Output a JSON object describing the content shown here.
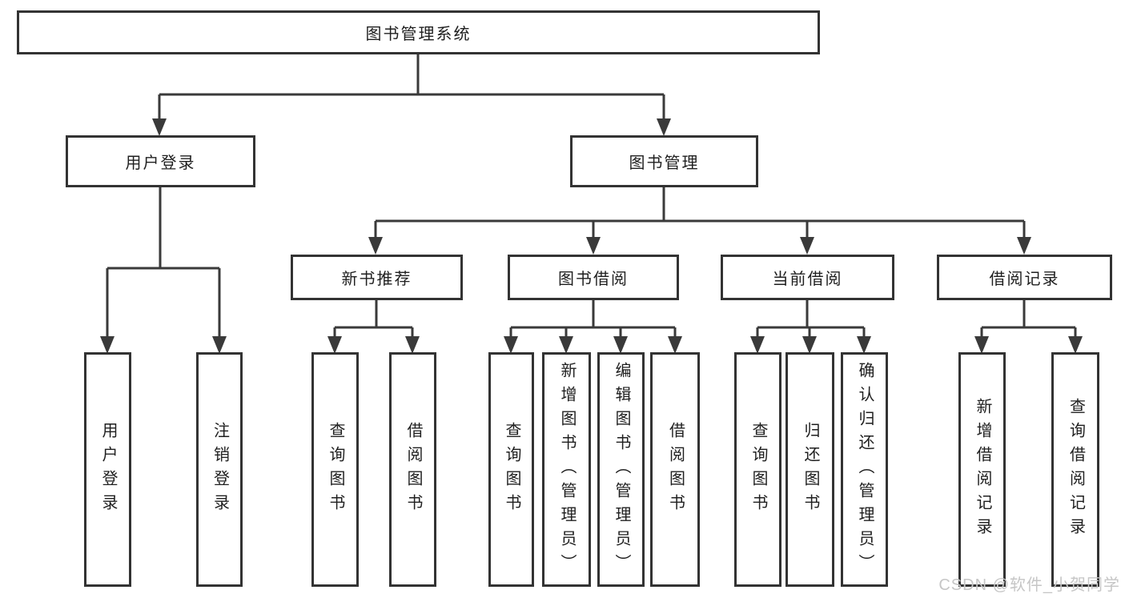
{
  "tree": {
    "label": "图书管理系统",
    "children": [
      {
        "label": "用户登录",
        "children": [
          {
            "label": "用户登录"
          },
          {
            "label": "注销登录"
          }
        ]
      },
      {
        "label": "图书管理",
        "children": [
          {
            "label": "新书推荐",
            "children": [
              {
                "label": "查询图书"
              },
              {
                "label": "借阅图书"
              }
            ]
          },
          {
            "label": "图书借阅",
            "children": [
              {
                "label": "查询图书"
              },
              {
                "label": "新增图书（管理员）"
              },
              {
                "label": "编辑图书（管理员）"
              },
              {
                "label": "借阅图书"
              }
            ]
          },
          {
            "label": "当前借阅",
            "children": [
              {
                "label": "查询图书"
              },
              {
                "label": "归还图书"
              },
              {
                "label": "确认归还（管理员）"
              }
            ]
          },
          {
            "label": "借阅记录",
            "children": [
              {
                "label": "新增借阅记录"
              },
              {
                "label": "查询借阅记录"
              }
            ]
          }
        ]
      }
    ]
  },
  "watermark": {
    "text": "CSDN @软件_小贺同学"
  },
  "colors": {
    "line": "#3a3a3a",
    "box_border": "#333333",
    "text": "#1f1f1f",
    "watermark": "#c6c6c6",
    "background": "#ffffff"
  }
}
